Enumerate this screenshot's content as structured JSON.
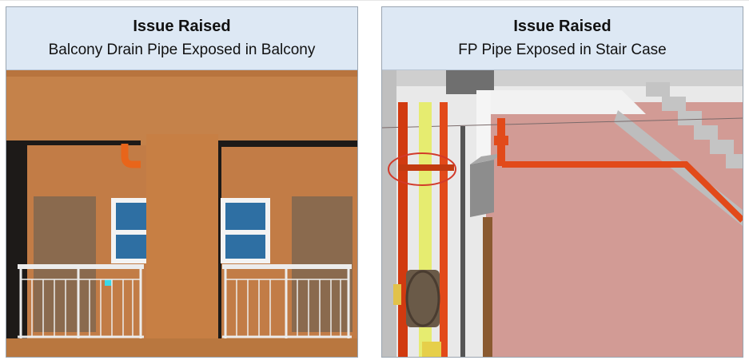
{
  "panels": [
    {
      "heading": "Issue Raised",
      "description": "Balcony Drain Pipe Exposed in Balcony"
    },
    {
      "heading": "Issue Raised",
      "description": "FP Pipe Exposed in Stair Case"
    }
  ],
  "colors": {
    "caption_bg": "#dde8f4",
    "wall": "#c5824a",
    "fp_pipe": "#e24a1a",
    "stair_wall": "#d29b95",
    "highlight_ring": "#d23a2a",
    "glass": "#2e6fa3"
  }
}
